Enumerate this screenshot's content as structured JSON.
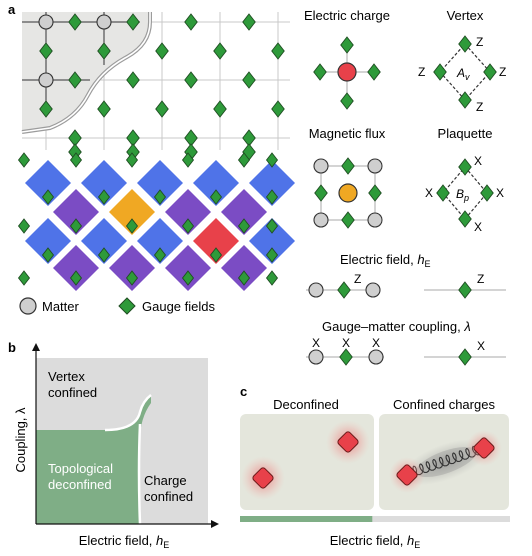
{
  "panel_a": {
    "label": "a",
    "legend": {
      "matter": "Matter",
      "gauge": "Gauge fields"
    },
    "electric_charge": {
      "title": "Electric charge"
    },
    "vertex": {
      "title": "Vertex",
      "z": "Z",
      "a_main": "A",
      "a_sub": "v"
    },
    "magnetic_flux": {
      "title": "Magnetic flux"
    },
    "plaquette": {
      "title": "Plaquette",
      "x": "X",
      "b_main": "B",
      "b_sub": "p"
    },
    "electric_field": {
      "title": "Electric field, ",
      "h": "h",
      "h_sub": "E",
      "z": "Z"
    },
    "coupling": {
      "title": "Gauge–matter coupling, ",
      "symbol": "λ",
      "x": "X"
    }
  },
  "panel_b": {
    "label": "b",
    "ylabel": "Coupling, λ",
    "xlabel_text": "Electric field, ",
    "xlabel_h": "h",
    "xlabel_sub": "E",
    "regions": {
      "vertex_line1": "Vertex",
      "vertex_line2": "confined",
      "topo_line1": "Topological",
      "topo_line2": "deconfined",
      "charge_line1": "Charge",
      "charge_line2": "confined"
    }
  },
  "panel_c": {
    "label": "c",
    "left_title": "Deconfined",
    "right_title": "Confined charges",
    "xlabel_text": "Electric field, ",
    "xlabel_h": "h",
    "xlabel_sub": "E",
    "bar_green_fraction": 0.49
  },
  "colors": {
    "gauge_green": "#2e9a3a",
    "matter_gray": "#cfcfcf",
    "charge_red": "#e8414a",
    "flux_orange": "#f0a823",
    "blue": "#4f73e8",
    "purple": "#7b4cc4",
    "topo_green": "#7fae86",
    "confined_gray": "#dcdcdc"
  }
}
